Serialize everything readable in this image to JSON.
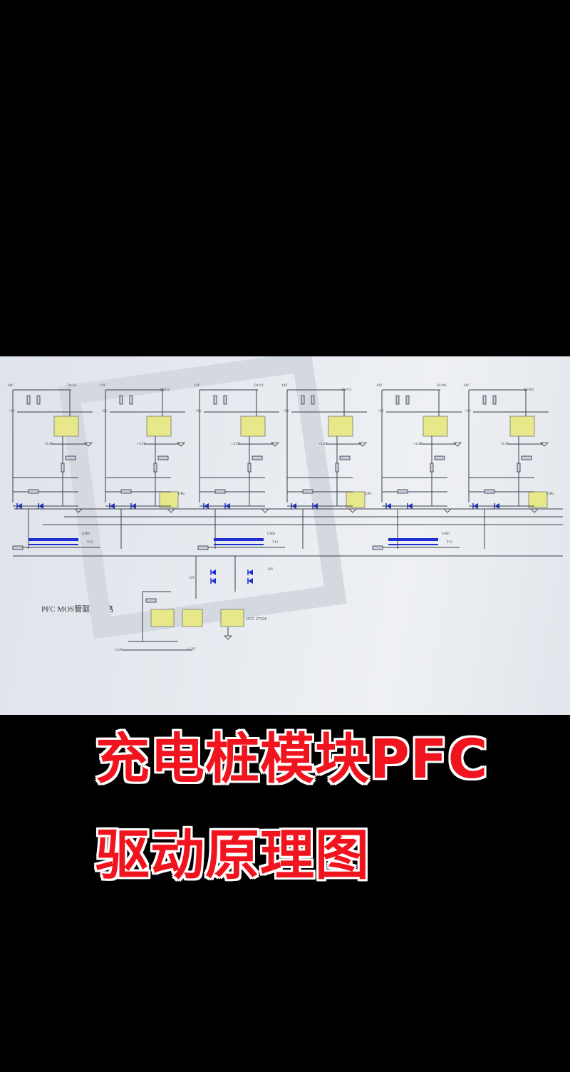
{
  "schematic": {
    "title": "PFC MOS管驱动电路",
    "supply_label": "14V",
    "rail_labels": [
      "+5V",
      "+3.3V",
      "12V"
    ],
    "channel_outputs": [
      "Dr-U1",
      "Dr-U2",
      "Dr-V1",
      "Dr-V2",
      "Dr-W1",
      "Dr-W2"
    ],
    "driver_ic": "UCC 27524",
    "colors": {
      "ic_fill": "#e6e88a",
      "diode": "#1f2fd0",
      "wire": "#3a3f4a",
      "background": "#e6e9ef"
    }
  },
  "caption": {
    "line1": "充电桩模块PFC",
    "line2": "驱动原理图",
    "color": "#f0141e"
  }
}
